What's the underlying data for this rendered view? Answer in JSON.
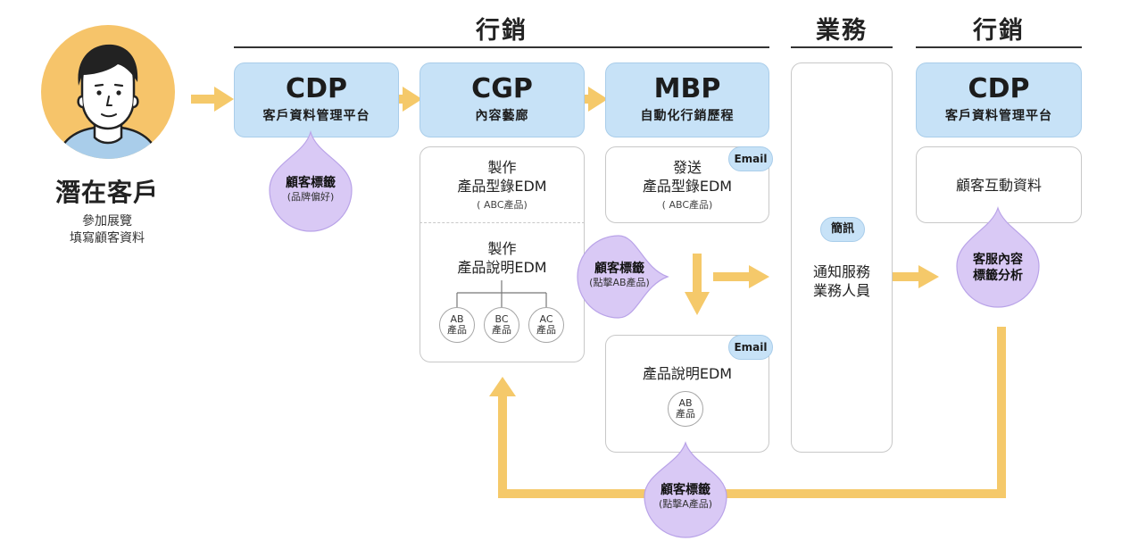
{
  "sections": {
    "marketing_left": "行銷",
    "sales": "業務",
    "marketing_right": "行銷"
  },
  "customer": {
    "title": "潛在客戶",
    "line1": "參加展覽",
    "line2": "填寫顧客資料"
  },
  "platforms": {
    "cdp1": {
      "abbr": "CDP",
      "full": "客戶資料管理平台"
    },
    "cgp": {
      "abbr": "CGP",
      "full": "內容藝廊"
    },
    "mbp": {
      "abbr": "MBP",
      "full": "自動化行銷歷程"
    },
    "cdp2": {
      "abbr": "CDP",
      "full": "客戶資料管理平台"
    }
  },
  "cgp_cards": {
    "catalog": {
      "line1": "製作",
      "line2": "產品型錄EDM",
      "note": "( ABC產品)"
    },
    "manual": {
      "line1": "製作",
      "line2": "產品說明EDM"
    }
  },
  "products": {
    "ab": {
      "l1": "AB",
      "l2": "產品"
    },
    "bc": {
      "l1": "BC",
      "l2": "產品"
    },
    "ac": {
      "l1": "AC",
      "l2": "產品"
    }
  },
  "mbp_cards": {
    "send": {
      "line1": "發送",
      "line2": "產品型錄EDM",
      "note": "( ABC產品)",
      "badge": "Email"
    },
    "manual": {
      "title": "產品說明EDM",
      "badge": "Email",
      "product_l1": "AB",
      "product_l2": "產品"
    }
  },
  "sales_card": {
    "badge": "簡訊",
    "line1": "通知服務",
    "line2": "業務人員"
  },
  "cdp2_card": {
    "title": "顧客互動資料"
  },
  "tags": {
    "brand": {
      "main": "顧客標籤",
      "sub": "(品牌偏好)"
    },
    "click_ab": {
      "main": "顧客標籤",
      "sub": "(點擊AB產品)"
    },
    "service": {
      "main1": "客服內容",
      "main2": "標籤分析"
    },
    "click_a": {
      "main": "顧客標籤",
      "sub": "(點擊A產品)"
    }
  },
  "colors": {
    "platform_blue": "#c7e2f7",
    "tag_purple": "#d9c9f5",
    "arrow_yellow": "#f5c96a",
    "avatar_bg": "#f6c46a"
  }
}
